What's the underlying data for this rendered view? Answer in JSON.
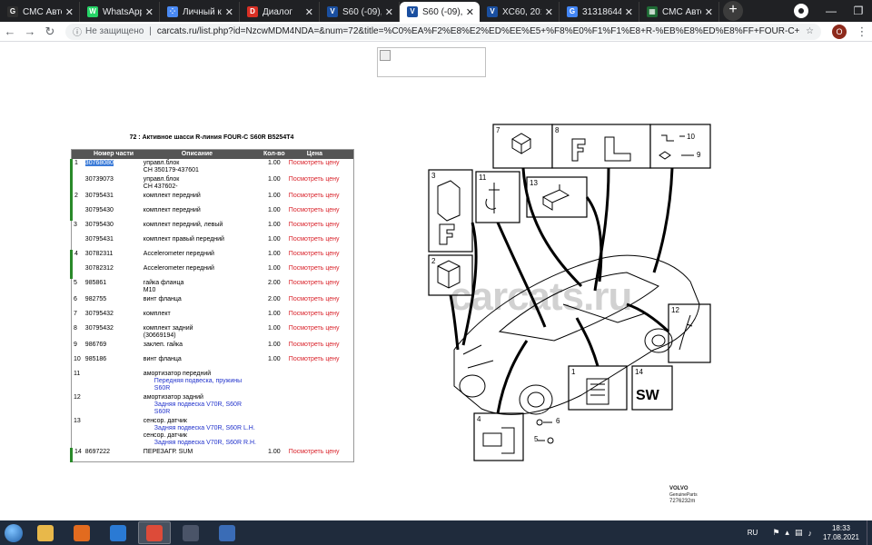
{
  "tabs": [
    {
      "title": "СМС Авто | 8",
      "fav_color": "#2f2f2f",
      "fav_glyph": "G"
    },
    {
      "title": "WhatsApp",
      "fav_color": "#25d366",
      "fav_glyph": "W"
    },
    {
      "title": "Личный кабі",
      "fav_color": "#4a8af4",
      "fav_glyph": "⁘"
    },
    {
      "title": "Диалог",
      "fav_color": "#d93025",
      "fav_glyph": "D"
    },
    {
      "title": "S60 (-09), 20",
      "fav_color": "#1a4fa0",
      "fav_glyph": "V"
    },
    {
      "title": "S60 (-09), 20",
      "fav_color": "#1a4fa0",
      "fav_glyph": "V",
      "active": true
    },
    {
      "title": "XC60, 2011, ",
      "fav_color": "#1a4fa0",
      "fav_glyph": "V"
    },
    {
      "title": "31318644 - ",
      "fav_color": "#4285f4",
      "fav_glyph": "G"
    },
    {
      "title": "СМС Авто | 8",
      "fav_color": "#1e6b35",
      "fav_glyph": "▦"
    }
  ],
  "browser": {
    "not_secure": "Не защищено",
    "url": "carcats.ru/list.php?id=NzcwMDM4NDA=&num=72&title=%C0%EA%F2%E8%E2%ED%EE%E5+%F8%E0%F1%F1%E8+R-%EB%E8%ED%E8%FF+FOUR-C+S60R+B5254T4",
    "profile_initial": "О"
  },
  "parts": {
    "title": "72 : Активное шасси R-линия FOUR-C S60R B5254T4",
    "headers": [
      "Номер части",
      "Описание",
      "Кол-во",
      "Цена"
    ],
    "rows": [
      {
        "num": "1",
        "bar": true,
        "pn": "30768080",
        "highlight": true,
        "desc": [
          "управл.блок",
          "СН 350179-437601"
        ],
        "qty": "1.00",
        "price": "Посмотреть цену"
      },
      {
        "num": "",
        "bar": true,
        "pn": "30739073",
        "desc": [
          "управл.блок",
          "СН 437602-"
        ],
        "qty": "1.00",
        "price": "Посмотреть цену"
      },
      {
        "num": "2",
        "bar": true,
        "pn": "30795431",
        "desc": [
          "комплект передний"
        ],
        "qty": "1.00",
        "price": "Посмотреть цену"
      },
      {
        "num": "",
        "bar": true,
        "pn": "30795430",
        "desc": [
          "комплект передний"
        ],
        "qty": "1.00",
        "price": "Посмотреть цену"
      },
      {
        "num": "3",
        "bar": false,
        "pn": "30795430",
        "desc": [
          "комплект передний, левый"
        ],
        "qty": "1.00",
        "price": "Посмотреть цену"
      },
      {
        "num": "",
        "bar": false,
        "pn": "30795431",
        "desc": [
          "комплект правый передний"
        ],
        "qty": "1.00",
        "price": "Посмотреть цену"
      },
      {
        "num": "4",
        "bar": true,
        "pn": "30782311",
        "desc": [
          "Accelerometer передний"
        ],
        "qty": "1.00",
        "price": "Посмотреть цену"
      },
      {
        "num": "",
        "bar": true,
        "pn": "30782312",
        "desc": [
          "Accelerometer передний"
        ],
        "qty": "1.00",
        "price": "Посмотреть цену"
      },
      {
        "num": "5",
        "bar": false,
        "pn": "985861",
        "desc": [
          "гайка фланца",
          "М10"
        ],
        "qty": "2.00",
        "price": "Посмотреть цену"
      },
      {
        "num": "6",
        "bar": false,
        "pn": "982755",
        "desc": [
          "винт фланца"
        ],
        "qty": "2.00",
        "price": "Посмотреть цену"
      },
      {
        "num": "7",
        "bar": false,
        "pn": "30795432",
        "desc": [
          "комплект"
        ],
        "qty": "1.00",
        "price": "Посмотреть цену"
      },
      {
        "num": "8",
        "bar": false,
        "pn": "30795432",
        "desc": [
          "комплект задний",
          "(30669194)"
        ],
        "qty": "1.00",
        "price": "Посмотреть цену"
      },
      {
        "num": "9",
        "bar": false,
        "pn": "986769",
        "desc": [
          "заклеп. гайка"
        ],
        "qty": "1.00",
        "price": "Посмотреть цену"
      },
      {
        "num": "10",
        "bar": false,
        "pn": "985186",
        "desc": [
          "винт фланца"
        ],
        "qty": "1.00",
        "price": "Посмотреть цену"
      },
      {
        "num": "11",
        "bar": false,
        "pn": "",
        "desc": [
          "амортизатор передний"
        ],
        "links": [
          "Передняя подвеска, пружины",
          "S60R"
        ],
        "qty": "",
        "price": ""
      },
      {
        "num": "12",
        "bar": false,
        "pn": "",
        "desc": [
          "амортизатор задний"
        ],
        "links": [
          "Задняя подвеска V70R, S60R",
          "S60R"
        ],
        "qty": "",
        "price": ""
      },
      {
        "num": "13",
        "bar": false,
        "pn": "",
        "desc": [
          "сенсор. датчик"
        ],
        "links": [
          "Задняя подвеска V70R, S60R L.H.",
          "сенсор. датчик",
          "Задняя подвеска V70R, S60R R.H."
        ],
        "qty": "",
        "price": ""
      },
      {
        "num": "14",
        "bar": true,
        "pn": "8697222",
        "desc": [
          "ПЕРЕЗАГР. SUM"
        ],
        "qty": "1.00",
        "price": "Посмотреть цену"
      }
    ]
  },
  "diagram": {
    "callouts": [
      "1",
      "2",
      "3",
      "4",
      "5",
      "6",
      "7",
      "8",
      "9",
      "10",
      "11",
      "12",
      "13",
      "14"
    ],
    "sw_label": "SW",
    "watermark": "carcats.ru",
    "logo": "VOLVO",
    "logo_sub": "GenuineParts",
    "ref": "7276232m"
  },
  "taskbar": {
    "apps": [
      {
        "name": "explorer",
        "color": "#e8b84a"
      },
      {
        "name": "media-player",
        "color": "#e26b1f"
      },
      {
        "name": "internet-explorer",
        "color": "#2a7ad4"
      },
      {
        "name": "chrome",
        "color": "#dd4b39",
        "active": true
      },
      {
        "name": "app-dark",
        "color": "#4a5468"
      },
      {
        "name": "app-scan",
        "color": "#3a6cb6"
      }
    ],
    "lang": "RU",
    "time": "18:33",
    "date": "17.08.2021"
  }
}
